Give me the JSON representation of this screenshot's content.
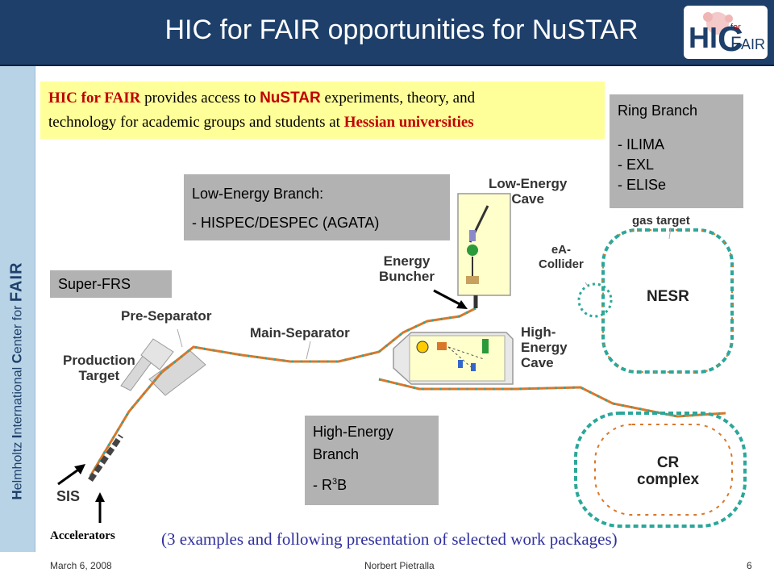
{
  "slide": {
    "title": "HIC for FAIR opportunities for NuSTAR",
    "sidebar": {
      "parts": [
        {
          "initial": "H",
          "rest": "elmholtz "
        },
        {
          "initial": "I",
          "rest": "nternational "
        },
        {
          "initial": "C",
          "rest": "enter for"
        }
      ],
      "fair_logo_text": "FAIR"
    },
    "logo": {
      "letters_left": "HI",
      "letters_c": "C",
      "for": "for",
      "fair": "AIR",
      "f": "F"
    },
    "note": {
      "hic": "HIC for FAIR",
      "text1": " provides access to ",
      "nustar": "NuSTAR",
      "text2": " experiments, theory, and",
      "text3": "technology for academic groups and students at ",
      "hessian": "Hessian universities"
    },
    "boxes": {
      "ring": {
        "title": "Ring Branch",
        "items": [
          "- ILIMA",
          "- EXL",
          "- ELISe"
        ]
      },
      "low": {
        "title": "Low-Energy Branch:",
        "item": "- HISPEC/DESPEC (AGATA)"
      },
      "superfrs": {
        "title": "Super-FRS"
      },
      "high": {
        "title1": "High-Energy",
        "title2": "Branch",
        "item_prefix": "- R",
        "item_sup": "3",
        "item_suffix": "B"
      }
    },
    "labels": {
      "low_cave": [
        "Low-Energy",
        "Cave"
      ],
      "gas_target": "gas target",
      "ea_collider": [
        "eA-",
        "Collider"
      ],
      "energy_buncher": [
        "Energy",
        "Buncher"
      ],
      "nesr": "NESR",
      "pre_separator": "Pre-Separator",
      "main_separator": "Main-Separator",
      "high_cave": [
        "High-",
        "Energy",
        "Cave"
      ],
      "production_target": [
        "Production",
        "Target"
      ],
      "cr_complex": [
        "CR",
        "complex"
      ],
      "sis": "SIS"
    },
    "accelerators": "Accelerators",
    "caption": "(3 examples and following presentation of selected work packages)",
    "footer": {
      "date": "March 6, 2008",
      "author": "Norbert Pietralla",
      "page": "6"
    },
    "colors": {
      "header": "#1d3f6a",
      "sidebar": "#b8d3e6",
      "note": "#ffff99",
      "box": "#b2b2b2",
      "beam": "#d9782a",
      "magnet": "#2aa79a"
    }
  }
}
